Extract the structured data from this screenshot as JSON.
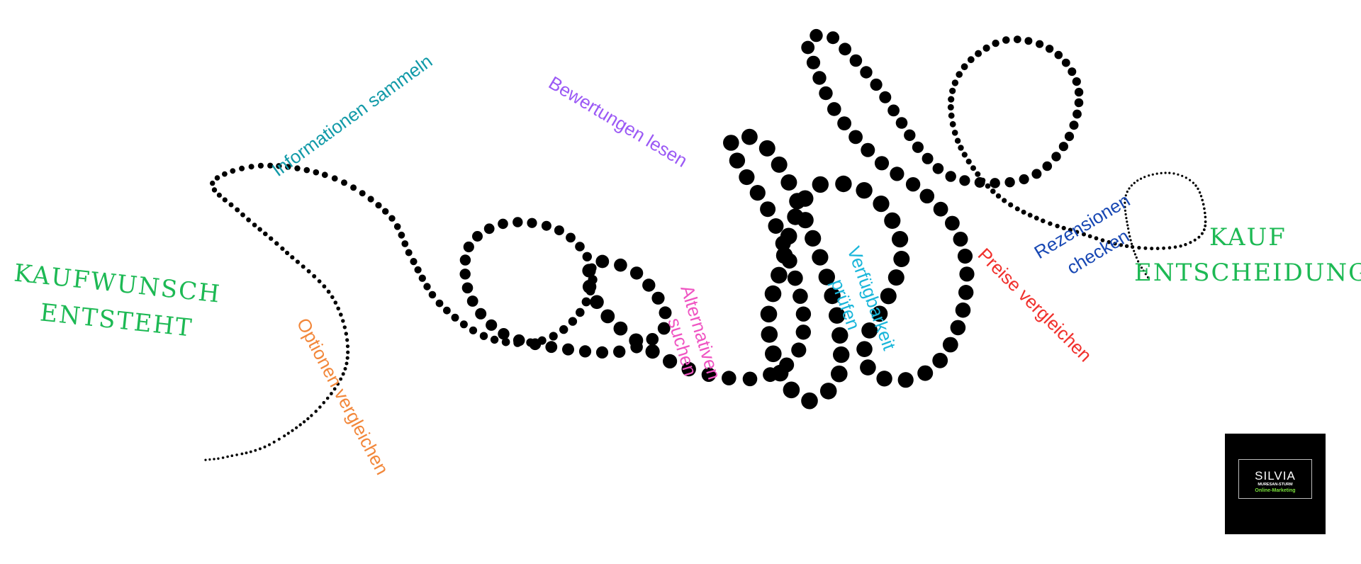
{
  "labels": {
    "kaufwunsch_line1": "KAUFWUNSCH",
    "kaufwunsch_line2": "ENTSTEHT",
    "informationen": "Informationen sammeln",
    "bewertungen": "Bewertungen lesen",
    "optionen": "Optionen vergleichen",
    "alternativen_line1": "Alternativen",
    "alternativen_line2": "suchen",
    "verfuegbarkeit_line1": "Verfügbarkeit",
    "verfuegbarkeit_line2": "prüfen",
    "preise": "Preise vergleichen",
    "rezensionen_line1": "Rezensionen",
    "rezensionen_line2": "checken",
    "kauf_line1": "KAUF",
    "kauf_line2": "ENTSCHEIDUNG"
  },
  "logo": {
    "name": "SILVIA",
    "surname": "MURESAN-STURM",
    "tagline": "Online-Marketing"
  },
  "colors": {
    "kaufwunsch": "#1db954",
    "informationen": "#129aa8",
    "bewertungen": "#9b59f5",
    "optionen": "#f2873a",
    "alternativen": "#ef54c2",
    "verfuegbarkeit": "#19b6da",
    "preise": "#f0302c",
    "rezensionen": "#1747b3",
    "kauf": "#1db954",
    "dots": "#000000",
    "logo_accent": "#7be33c"
  }
}
